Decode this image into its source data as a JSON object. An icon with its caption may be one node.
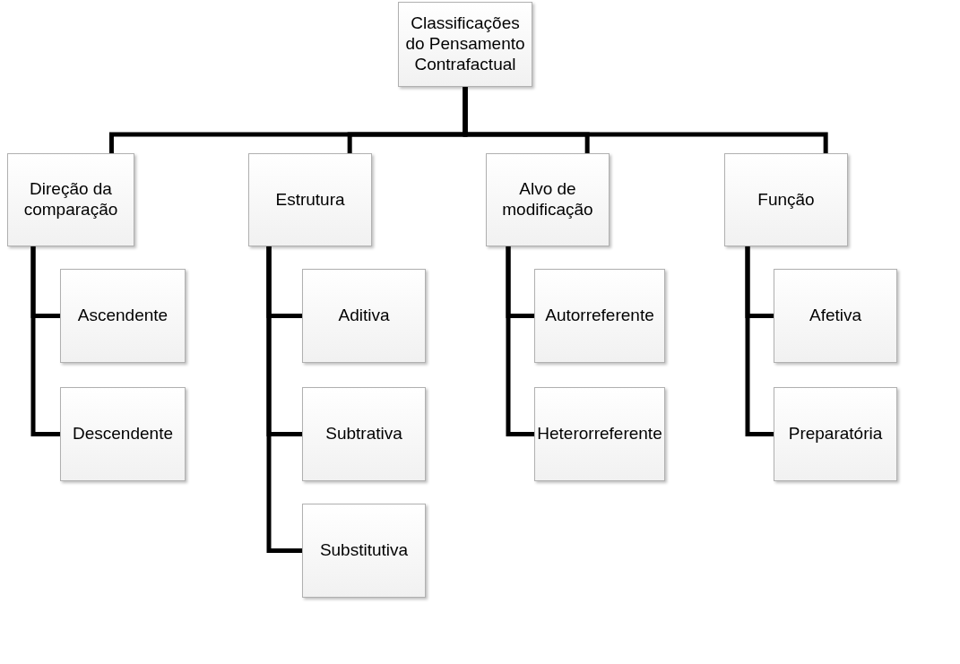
{
  "diagram": {
    "nodes": [
      {
        "text": [
          "Classificações do Pensamento Contrafactual"
        ]
      },
      {
        "text": [
          "Direção da comparação"
        ]
      },
      {
        "text": [
          "Estrutura"
        ]
      },
      {
        "text": [
          "Alvo de modificação"
        ]
      },
      {
        "text": [
          "Função"
        ]
      },
      {
        "text": [
          "Ascendente"
        ]
      },
      {
        "text": [
          "Descendente"
        ]
      },
      {
        "text": [
          "Aditiva"
        ]
      },
      {
        "text": [
          "Subtrativa"
        ]
      },
      {
        "text": [
          "Substitutiva"
        ]
      },
      {
        "text": [
          "Autorreferente"
        ]
      },
      {
        "text": [
          "Heterorreferente"
        ]
      },
      {
        "text": [
          "Afetiva"
        ]
      },
      {
        "text": [
          "Preparatória"
        ]
      }
    ],
    "edges": [
      {
        "from": 0,
        "to": 1,
        "arrow": "none"
      },
      {
        "from": 0,
        "to": 2,
        "arrow": "none"
      },
      {
        "from": 0,
        "to": 3,
        "arrow": "none"
      },
      {
        "from": 0,
        "to": 4,
        "arrow": "none"
      },
      {
        "from": 1,
        "to": 5,
        "arrow": "none"
      },
      {
        "from": 1,
        "to": 6,
        "arrow": "none"
      },
      {
        "from": 2,
        "to": 7,
        "arrow": "none"
      },
      {
        "from": 2,
        "to": 8,
        "arrow": "none"
      },
      {
        "from": 2,
        "to": 9,
        "arrow": "none"
      },
      {
        "from": 3,
        "to": 10,
        "arrow": "none"
      },
      {
        "from": 3,
        "to": 11,
        "arrow": "none"
      },
      {
        "from": 4,
        "to": 12,
        "arrow": "none"
      },
      {
        "from": 4,
        "to": 13,
        "arrow": "none"
      }
    ]
  }
}
